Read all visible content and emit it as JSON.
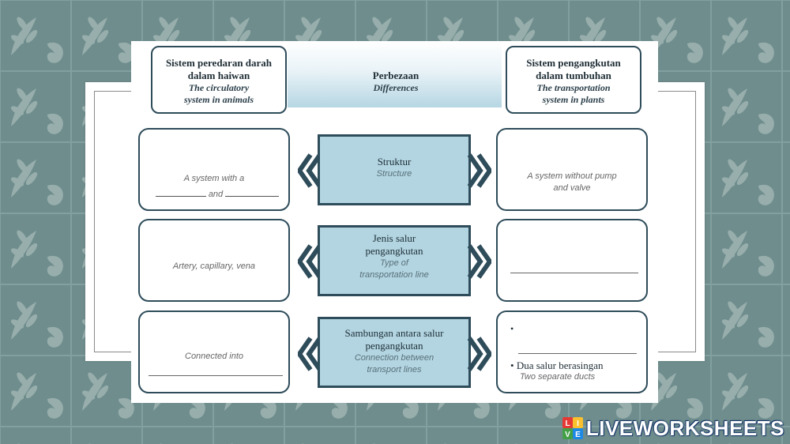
{
  "header": {
    "left": {
      "title_ms_1": "Sistem peredaran darah",
      "title_ms_2": "dalam haiwan",
      "title_en_1": "The circulatory",
      "title_en_2": "system in animals"
    },
    "center": {
      "title_ms": "Perbezaan",
      "title_en": "Differences"
    },
    "right": {
      "title_ms_1": "Sistem pengangkutan",
      "title_ms_2": "dalam tumbuhan",
      "title_en_1": "The transportation",
      "title_en_2": "system in plants"
    }
  },
  "rows": [
    {
      "mid_ms_1": "Struktur",
      "mid_en_1": "Structure",
      "left_text_1": "A system with a",
      "left_text_2": "and",
      "right_text_1": "A system without pump",
      "right_text_2": "and valve"
    },
    {
      "mid_ms_1": "Jenis salur",
      "mid_ms_2": "pengangkutan",
      "mid_en_1": "Type of",
      "mid_en_2": "transportation line",
      "left_text_1": "Artery, capillary, vena"
    },
    {
      "mid_ms_1": "Sambungan antara salur",
      "mid_ms_2": "pengangkutan",
      "mid_en_1": "Connection between",
      "mid_en_2": "transport lines",
      "left_text_1": "Connected into",
      "right_bullet_1": "•",
      "right_bullet_2": "•",
      "right_text_ms": "Dua salur berasingan",
      "right_text_en": "Two separate ducts"
    }
  ],
  "branding": {
    "logo_text": "LIVEWORKSHEETS",
    "logo_badge_letters": [
      "L",
      "I",
      "V",
      "E"
    ],
    "logo_colors": [
      "#e53935",
      "#fbc02d",
      "#43a047",
      "#1e88e5"
    ]
  },
  "colors": {
    "background": "#6f8d8d",
    "border": "#2e4c5a",
    "mid_fill": "#b2d5e1"
  }
}
